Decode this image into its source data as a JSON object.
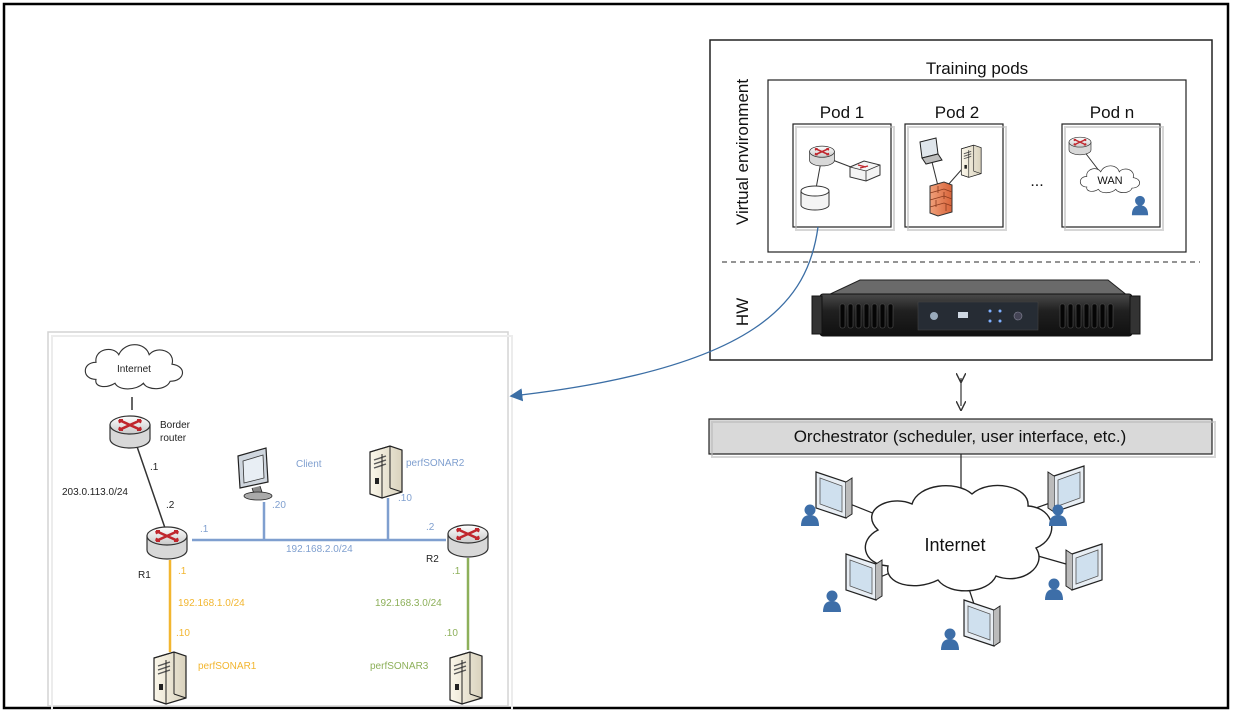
{
  "virtual_env": {
    "side_label": "Virtual environment",
    "hw_label": "HW",
    "pods_title": "Training pods",
    "pods": [
      {
        "label": "Pod 1"
      },
      {
        "label": "Pod 2"
      },
      {
        "label": "Pod n"
      }
    ],
    "ellipsis": "...",
    "wan_label": "WAN"
  },
  "orchestrator": {
    "label": "Orchestrator (scheduler, user interface, etc.)"
  },
  "internet_cloud": {
    "label": "Internet"
  },
  "topology": {
    "internet": "Internet",
    "border_router": [
      "Border",
      "router"
    ],
    "border_if": ".1",
    "wan_net": "203.0.113.0/24",
    "r1_wan_if": ".2",
    "r1": "R1",
    "r2": "R2",
    "client": "Client",
    "client_if": ".20",
    "ps2": "perfSONAR2",
    "ps2_if": ".10",
    "r1_lan_if": ".1",
    "r2_lan_if": ".2",
    "lan_net": "192.168.2.0/24",
    "r1_down_if": ".1",
    "net1": "192.168.1.0/24",
    "ps1_if": ".10",
    "ps1": "perfSONAR1",
    "r2_down_if": ".1",
    "net3": "192.168.3.0/24",
    "ps3_if": ".10",
    "ps3": "perfSONAR3"
  },
  "colors": {
    "blue_link": "#7f9fcf",
    "orange_link": "#f2b630",
    "green_link": "#8db05a",
    "arrow": "#3b6ea5"
  }
}
